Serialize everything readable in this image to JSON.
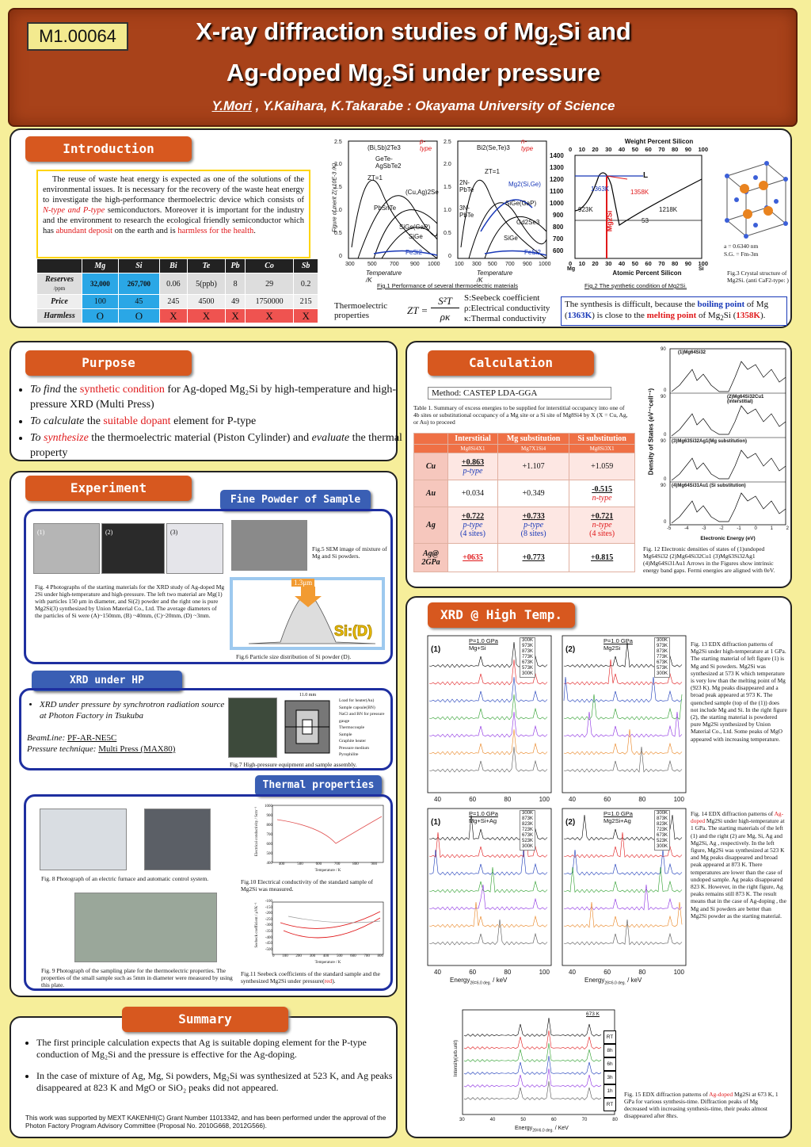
{
  "header": {
    "id_badge": "M1.00064",
    "title_line1_a": "X-ray diffraction studies of Mg",
    "title_line1_sub": "2",
    "title_line1_b": "Si and",
    "title_line2_a": "Ag-doped Mg",
    "title_line2_sub": "2",
    "title_line2_b": "Si  under pressure",
    "authors_main": "Y.Mori",
    "authors_rest": " , Y.Kaihara, K.Takarabe :  Okayama University of Science"
  },
  "intro": {
    "heading": "Introduction",
    "text_a": "The reuse of waste heat energy is expected as one of the solutions of the environmental issues.  It is necessary for the recovery of the waste heat energy to investigate the high-performance thermoelectric device which consists of ",
    "text_red1": "N-type and P-type",
    "text_b": " semiconductors.  Moreover it is important for the industry and the environment to research the ecological friendly semiconductor which has ",
    "text_red2": "abundant deposit",
    "text_c": " on the earth and is ",
    "text_red3": "harmless for the health",
    "text_d": ".",
    "table": {
      "headers": [
        "Mg",
        "Si",
        "Bi",
        "Te",
        "Pb",
        "Co",
        "Sb"
      ],
      "rows": [
        {
          "label": "Reserves",
          "unit": "/ppm",
          "values": [
            "32,000",
            "267,700",
            "0.06",
            "5(ppb)",
            "8",
            "29",
            "0.2"
          ]
        },
        {
          "label": "Price",
          "unit": "",
          "values": [
            "100",
            "45",
            "245",
            "4500",
            "49",
            "1750000",
            "215"
          ]
        },
        {
          "label": "Harmless",
          "unit": "",
          "values": [
            "O",
            "O",
            "X",
            "X",
            "X",
            "X",
            "X"
          ]
        }
      ]
    },
    "fig1": {
      "ylabel": "Figure of merit  Z(×10E-3 /K)",
      "xlabel": "Temperature /K",
      "left_ticks_y": [
        "2.5",
        "2.0",
        "1.5",
        "1.0",
        "0.5",
        "0"
      ],
      "left_ticks_x": [
        "300",
        "500",
        "700",
        "900",
        "1000"
      ],
      "right_ticks_y": [
        "2.5",
        "2.0",
        "1.5",
        "1.0",
        "0.5",
        "0"
      ],
      "right_ticks_x": [
        "100",
        "300",
        "500",
        "700",
        "900",
        "1000"
      ],
      "left_type": "p-type",
      "right_type": "n-type",
      "left_materials": [
        "(Bi,Sb)2Te3",
        "GeTe-AgSbTe2",
        "ZT=1",
        "(Cu,Ag)2Se",
        "PbSnTe",
        "SiGe(GaP)",
        "SiGe",
        "FeSi2"
      ],
      "right_materials": [
        "Bi2(Se,Te)3",
        "ZT=1",
        "2N-PbTe",
        "Mg2(Si,Ge)",
        "3N-PbTe",
        "SiGe(GaP)",
        "Gd2Se3",
        "SiGe",
        "FeSi2"
      ],
      "caption": "Fig.1   Performance of several  thermoelectric materials"
    },
    "fig2": {
      "title": "Weight Percent Silicon",
      "top_ticks": [
        "0",
        "10",
        "20",
        "30",
        "40",
        "50",
        "60",
        "70",
        "80",
        "90",
        "100"
      ],
      "y_ticks": [
        "1400",
        "1300",
        "1200",
        "1100",
        "1000",
        "900",
        "800",
        "700",
        "600"
      ],
      "bottom_ticks": [
        "0",
        "10",
        "20",
        "30",
        "40",
        "50",
        "60",
        "70",
        "80",
        "90",
        "100"
      ],
      "xlabel": "Atomic Percent Silicon",
      "left_end": "Mg",
      "right_end": "Si",
      "labels": [
        "L",
        "1363K",
        "1358K",
        "1218K",
        "923K",
        "53",
        "Mg2Si"
      ],
      "caption": "Fig.2   The synthetic condition of  Mg2Si."
    },
    "fig3": {
      "lattice": "a = 0.6340 nm",
      "space_group": "S.G. = Fm-3m",
      "caption": "Fig.3   Crystal structure of Mg2Si. (anti CaF2-type: )"
    },
    "zt": {
      "label": "Thermoelectric properties",
      "eq_left": "ZT =",
      "numerator": "S²T",
      "denominator": "ρκ",
      "defs": [
        "S:Seebeck coefficient",
        "ρ:Electrical conductivity",
        "κ:Thermal conductivity"
      ]
    },
    "note": {
      "a": "The synthesis is difficult, because the ",
      "boil": "boiling point",
      "b": " of Mg (",
      "t1": "1363K",
      "c": ") is close to the ",
      "melt": "melting point",
      "d": " of Mg",
      "sub": "2",
      "e": "Si (",
      "t2": "1358K",
      "f": ")."
    }
  },
  "purpose": {
    "heading": "Purpose",
    "items": [
      {
        "lead": "To  find",
        "a": " the ",
        "hl": "synthetic condition",
        "b": " for Ag-doped Mg₂Si by high-temperature and high-pressure XRD (Multi Press)"
      },
      {
        "lead": "To calculate",
        "a": " the ",
        "hl": "suitable dopant",
        "b": " element for P-type"
      },
      {
        "lead": "To ",
        "hl": "synthesize",
        "a": " the thermoelectric material (Piston Cylinder) and ",
        "lead2": "evaluate",
        "b": " the thermal property"
      }
    ]
  },
  "experiment": {
    "heading": "Experiment",
    "fine_powder": "Fine Powder of Sample",
    "photo_labels": [
      "(1)",
      "(2)",
      "(3)"
    ],
    "fig4_caption": "Fig. 4 Photographs of the starting materials for the XRD study of Ag-doped Mg 2Si under high-temperature and high-pressure. The left two material are Mg(1) with particles 150 μm in diameter, and Si(2) powder and the right one is pure Mg2Si(3) synthesized by Union Material Co., Ltd. The average diameters of the particles of Si were (A)~150mm, (B) ~40mm, (C)~20mm, (D) ~3mm.",
    "fig5_caption": "Fig.5  SEM image of mixture of Mg and Si powders.",
    "fig6_label": "Si:(D)",
    "fig6_peak": "1.3μm",
    "fig6_caption": "Fig.6   Particle size distribution of  Si powder (D).",
    "xrd_hp_heading": "XRD under HP",
    "xrd_hp_bullet": "XRD under pressure by synchrotron radiation source at Photon Factory in Tsukuba",
    "beamline_label": "BeamLine:",
    "beamline_value": "PF-AR-NE5C",
    "pressure_label": "Pressure technique:",
    "pressure_value": "Multi Press (MAX80)",
    "fig7_parts": [
      "Load for heater(Au)",
      "Sample capsule(BN)",
      "NaCl and BN  for pressure gauge",
      "Thermocouple",
      "Sample",
      "Graphite heater",
      "Pressure medium",
      "Pyrophilite"
    ],
    "fig7_dim": "11.0 mm",
    "fig7_caption": "Fig.7   High-pressure equipment and sample assembly.",
    "thermal_heading": "Thermal properties",
    "fig8_caption": "Fig. 8 Photograph of an electric furnace and automatic control system.",
    "fig9_caption": "Fig. 9 Photograph of the sampling plate for the thermoelectric properties.  The properties of the small sample such as 5mm in diameter were measured by using this plate.",
    "fig10": {
      "ylabel": "Electrical conductivity / Scm⁻¹",
      "xlabel": "Temperature / K",
      "x_ticks": [
        "400",
        "500",
        "600",
        "700",
        "800",
        "900"
      ],
      "y_ticks": [
        "1000",
        "900",
        "800",
        "700",
        "600",
        "500",
        "400"
      ],
      "caption": "Fig.10   Electrical conductivity of the standard sample of Mg2Si was measured."
    },
    "fig11": {
      "ylabel": "Seebeck coefficient / μVK⁻¹",
      "xlabel": "Temperature / K",
      "x_ticks": [
        "0",
        "100",
        "200",
        "300",
        "400",
        "500",
        "600",
        "700",
        "800"
      ],
      "y_ticks": [
        "-100",
        "-150",
        "-200",
        "-250",
        "-300",
        "-350",
        "-400",
        "-450",
        "-500"
      ],
      "caption_a": "Fig.11   Seebeck coefficients of the standard sample and the synthesized Mg2Si under  pressure(",
      "caption_red": "red",
      "caption_b": ")."
    }
  },
  "calculation": {
    "heading": "Calculation",
    "method": "Method: CASTEP     LDA-GGA",
    "table_caption": "Table 1. Summary of excess energies to be supplied for interstitial occupancy into one of 4b sites or substitutional occupancy of a Mg site or a Si site of Mg8Si4 by X (X =    Cu, Ag, or Au) to proceed",
    "headers": [
      "",
      "Interstitial",
      "Mg substitution",
      "Si substitution"
    ],
    "subheaders": [
      "",
      "Mg8Si4X1",
      "Mg7X1Si4",
      "Mg8Si3X1"
    ],
    "rows": [
      {
        "label": "Cu",
        "cells": [
          [
            "+0.863",
            "p-type"
          ],
          [
            "+1.107"
          ],
          [
            "+1.059"
          ]
        ]
      },
      {
        "label": "Au",
        "cells": [
          [
            "+0.034"
          ],
          [
            "+0.349"
          ],
          [
            "-0.515",
            "n-type"
          ]
        ]
      },
      {
        "label": "Ag",
        "cells": [
          [
            "+0.722",
            "p-type",
            "(4 sites)"
          ],
          [
            "+0.733",
            "p-type",
            "(8 sites)"
          ],
          [
            "+0.721",
            "n-type",
            "(4 sites)"
          ]
        ]
      },
      {
        "label": "Ag@ 2GPa",
        "cells": [
          [
            "+0635"
          ],
          [
            "+0.773"
          ],
          [
            "+0.815"
          ]
        ]
      }
    ],
    "fig12": {
      "ylabel": "Density of States (eV⁻¹cell⁻¹)",
      "xlabel": "Electronic Energy (eV)",
      "x_ticks": [
        "-5",
        "-4",
        "-3",
        "-2",
        "-1",
        "0",
        "1",
        "2"
      ],
      "panel_labels": [
        "(1)Mg64Si32",
        "(2)Mg64Si32Cu1 (interstitial)",
        "(3)Mg63Si32Ag1(Mg substitution)",
        "(4)Mg64Si31Au1  (Si substitution)"
      ],
      "y_ticks": [
        "90",
        "0",
        "90",
        "0",
        "90",
        "0",
        "90",
        "0"
      ],
      "caption": "Fig. 12 Electronic densities of states of  (1)undoped Mg64Si32  (2)Mg64Si32Cu1 (3)Mg63Si32Ag1 (4)Mg64Si31Au1 Arrows in the Figures show intrinsic energy band gaps. Fermi energies are aligned with 0eV."
    }
  },
  "xrd_ht": {
    "heading": "XRD @ High Temp.",
    "plots": [
      {
        "label": "(1)",
        "pressure": "P=1.0 GPa",
        "sample": "Mg+Si",
        "temps": [
          "300K",
          "973K",
          "873K",
          "773K",
          "673K",
          "573K",
          "300K"
        ],
        "x_ticks": [
          "40",
          "60",
          "80",
          "100"
        ]
      },
      {
        "label": "(2)",
        "pressure": "P=1.0 GPa",
        "sample": "Mg2Si",
        "temps": [
          "300K",
          "973K",
          "873K",
          "773K",
          "673K",
          "573K",
          "300K"
        ],
        "x_ticks": [
          "40",
          "60",
          "80",
          "100"
        ]
      },
      {
        "label": "(1)",
        "pressure": "P=1.0 GPa",
        "sample": "Mg+Si+Ag",
        "temps": [
          "300K",
          "873K",
          "823K",
          "723K",
          "673K",
          "523K",
          "300K"
        ],
        "x_ticks": [
          "40",
          "60",
          "80",
          "100"
        ]
      },
      {
        "label": "(2)",
        "pressure": "P=1.0 GPa",
        "sample": "Mg2Si+Ag",
        "temps": [
          "300K",
          "873K",
          "823K",
          "723K",
          "673K",
          "523K",
          "300K"
        ],
        "x_ticks": [
          "40",
          "60",
          "80",
          "100"
        ]
      }
    ],
    "energy_label": "Energy",
    "energy_sub": "2θ=6.0 deg.",
    "energy_unit": " / keV",
    "fig13_caption": "Fig. 13 EDX diffraction patterns of Mg2Si under high-temperature at 1 GPa. The starting material of left figure (1) is Mg and Si powders. Mg2Si was synthesized  at 573 K which temperature is very low than the melting point of Mg (923 K). Mg peaks disappeared and a broad peak appeared at 973 K. The quenched sample (top of the (1)) does not include Mg and Si. In the right figure (2), the starting material is powdered pure Mg2Si synthesized by Union Material Co., Ltd. Some peaks of MgO appeared with increasing temperature.",
    "fig14_a": "Fig. 14 EDX diffraction patterns of ",
    "fig14_red": "Ag-doped",
    "fig14_b": " Mg2Si under high-temperature at 1 GPa. The starting materials of the left (1) and the right (2) are Mg, Si, Ag and Mg2Si, Ag , respectively.  In the left figure, Mg2Si was synthesized  at 523 K and Mg peaks disappeared and broad peak appeared at 873 K. There temperatures are lower than the case of undoped sample.  Ag peaks disappeared 823 K. However, in the right figure, Ag peaks remains still 873 K. The result means that  in the case of Ag-doping , the Mg and Si powders are better than Mg2Si powder as the starting material.",
    "fig15": {
      "temp": "673 K",
      "series": [
        "RT",
        "8h",
        "6h",
        "3h",
        "1h",
        "RT"
      ],
      "ylabel": "Intensity(arb.unit)",
      "x_ticks": [
        "30",
        "40",
        "50",
        "60",
        "70",
        "80"
      ],
      "energy_label": "Energy",
      "energy_sub": "2θ=6.0 deg.",
      "energy_unit": " / KeV",
      "caption_a": "Fig. 15 EDX diffraction patterns of  ",
      "caption_red": "Ag-doped",
      "caption_b": " Mg2Si  at 673 K, 1 GPa for various synthesis-time. Diffraction peaks of Mg decreased with increasing synthesis-time, their peaks almost disappeared after 8hrs."
    }
  },
  "summary": {
    "heading": "Summary",
    "items": [
      "The first principle calculation expects that Ag is suitable doping element for the P-type conduction of Mg₂Si and the pressure is effective for the Ag-doping.",
      "In the case of mixture of Ag, Mg, Si powders, Mg₂Si was synthesized at 523 K, and Ag peaks disappeared at 823 K and MgO or SiO₂ peaks did not appeared."
    ],
    "ack": "This work was supported by MEXT KAKENHI(C) Grant Number 11013342, and has been performed under the approval of the Photon Factory Program Advisory Committee (Proposal No. 2010G668, 2012G566)."
  },
  "colors": {
    "header_bg": "#a8421a",
    "section_orange": "#d7581f",
    "section_blue": "#3a5fb4",
    "table_blue": "#2aa7e6",
    "table_red": "#ef5350",
    "highlight_red": "#e0191b"
  }
}
